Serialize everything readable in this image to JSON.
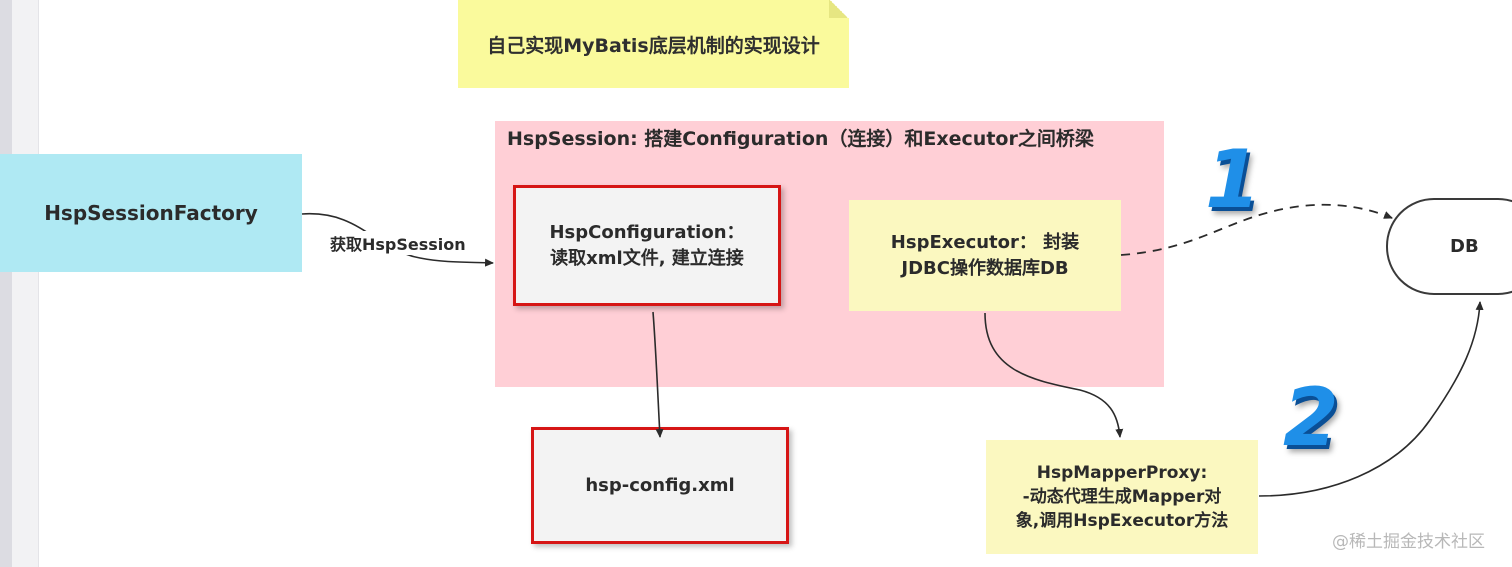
{
  "title_note": "自己实现MyBatis底层机制的实现设计",
  "nodes": {
    "factory": "HspSessionFactory",
    "session": "HspSession: 搭建Configuration（连接）和Executor之间桥梁",
    "config_line1": "HspConfiguration：",
    "config_line2": "读取xml文件, 建立连接",
    "executor_line1": "HspExecutor： 封装",
    "executor_line2": "JDBC操作数据库DB",
    "xml": "hsp-config.xml",
    "proxy_line1": "HspMapperProxy:",
    "proxy_line2": "-动态代理生成Mapper对",
    "proxy_line3": "象,调用HspExecutor方法",
    "db": "DB"
  },
  "edges": {
    "factory_to_session": "获取HspSession"
  },
  "badges": {
    "one": "1",
    "two": "2"
  },
  "watermark": "@稀土掘金技术社区",
  "colors": {
    "note": "#fafa9c",
    "factory": "#afe9f3",
    "session": "#ffcfd6",
    "highlight_border": "#d61515",
    "executor": "#fbf8c0",
    "badge": "#1f8fe8"
  }
}
